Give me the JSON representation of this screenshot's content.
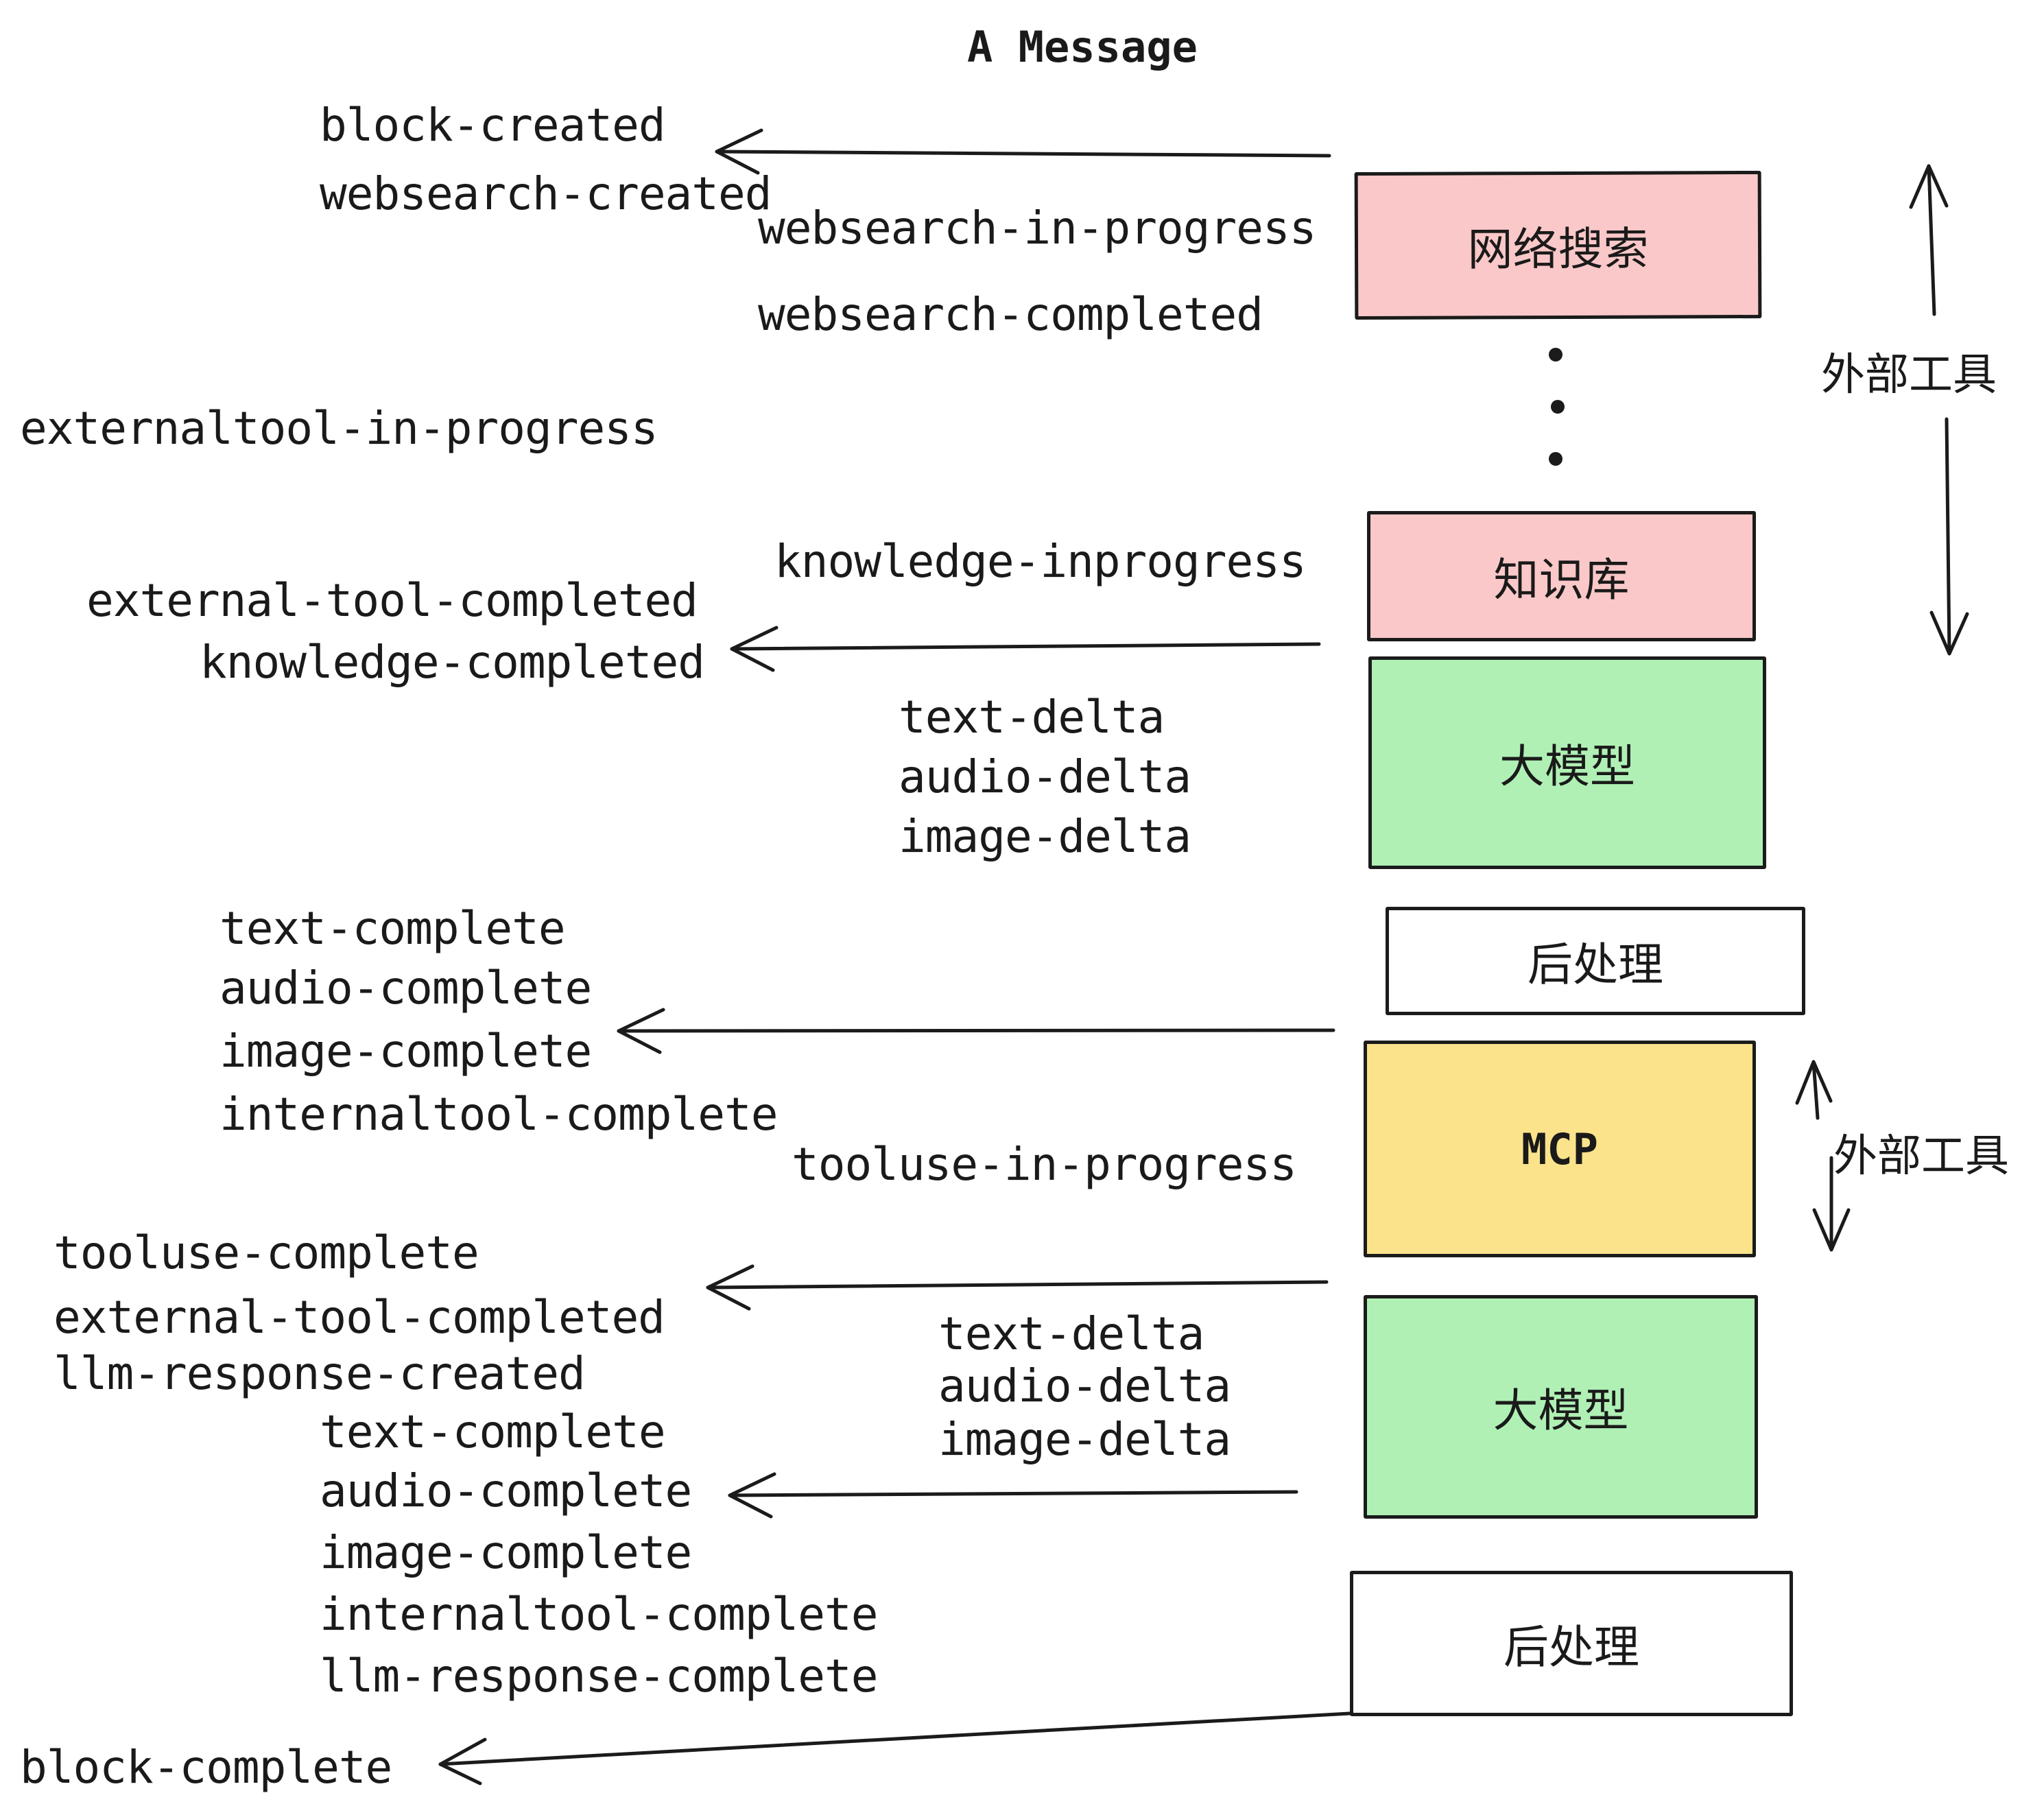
{
  "title": "A Message",
  "colors": {
    "pink": "#fac8c8",
    "green": "#b0f0b5",
    "yellow": "#fbe38b",
    "white": "#ffffff",
    "stroke": "#1b1b1b"
  },
  "boxes": [
    {
      "id": "websearch",
      "label": "网络搜索",
      "color": "pink"
    },
    {
      "id": "knowledge",
      "label": "知识库",
      "color": "pink"
    },
    {
      "id": "llm-1",
      "label": "大模型",
      "color": "green"
    },
    {
      "id": "postprocess-1",
      "label": "后处理",
      "color": "white"
    },
    {
      "id": "mcp",
      "label": "MCP",
      "color": "yellow"
    },
    {
      "id": "llm-2",
      "label": "大模型",
      "color": "green"
    },
    {
      "id": "postprocess-2",
      "label": "后处理",
      "color": "white"
    }
  ],
  "side_labels": [
    {
      "text": "外部工具"
    },
    {
      "text": "外部工具"
    }
  ],
  "events": [
    {
      "text": "block-created"
    },
    {
      "text": "websearch-created"
    },
    {
      "text": "websearch-in-progress"
    },
    {
      "text": "websearch-completed"
    },
    {
      "text": "externaltool-in-progress"
    },
    {
      "text": "knowledge-inprogress"
    },
    {
      "text": "external-tool-completed"
    },
    {
      "text": "knowledge-completed"
    },
    {
      "text": "text-delta"
    },
    {
      "text": "audio-delta"
    },
    {
      "text": "image-delta"
    },
    {
      "text": "text-complete"
    },
    {
      "text": "audio-complete"
    },
    {
      "text": "image-complete"
    },
    {
      "text": "internaltool-complete"
    },
    {
      "text": "tooluse-in-progress"
    },
    {
      "text": "tooluse-complete"
    },
    {
      "text": "external-tool-completed"
    },
    {
      "text": "llm-response-created"
    },
    {
      "text": "text-delta"
    },
    {
      "text": "audio-delta"
    },
    {
      "text": "image-delta"
    },
    {
      "text": "text-complete"
    },
    {
      "text": "audio-complete"
    },
    {
      "text": "image-complete"
    },
    {
      "text": "internaltool-complete"
    },
    {
      "text": "llm-response-complete"
    },
    {
      "text": "block-complete"
    }
  ]
}
